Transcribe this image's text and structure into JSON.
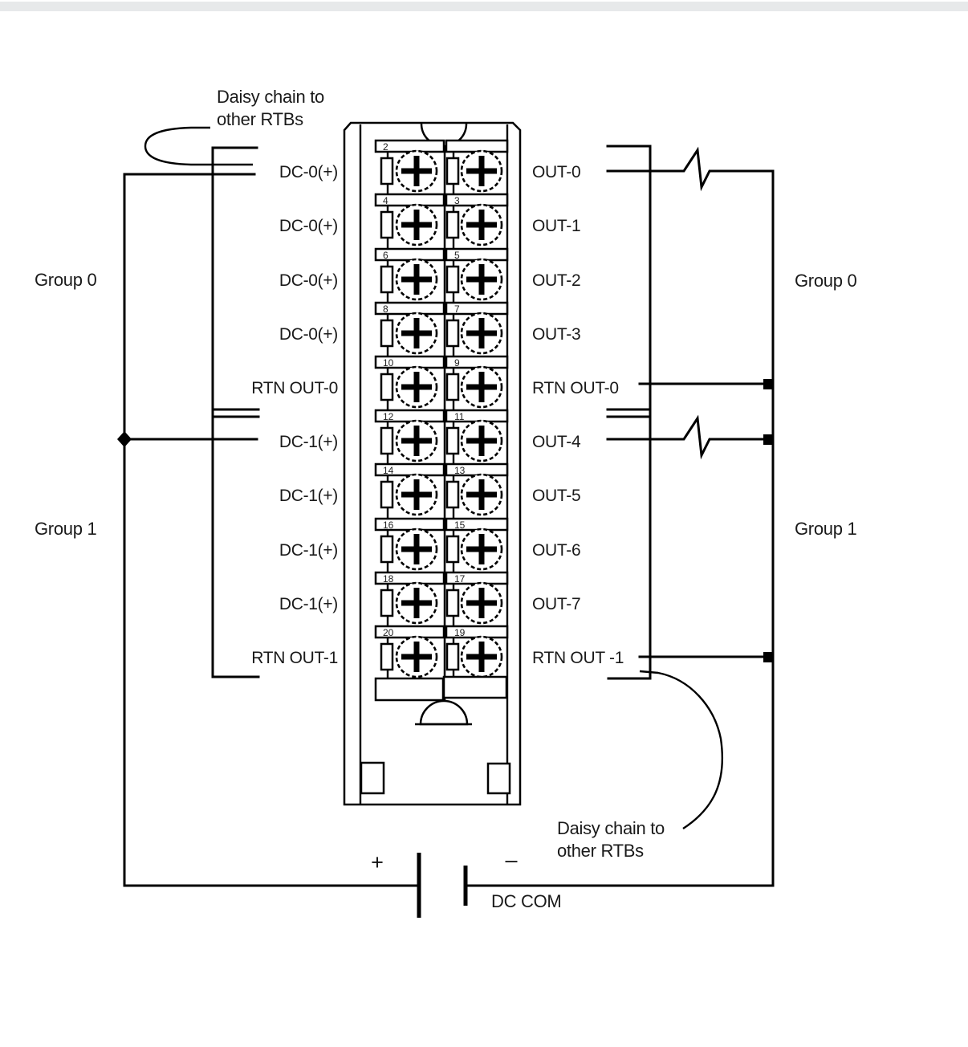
{
  "colors": {
    "line": "#000000",
    "background": "#ffffff",
    "top_bar": "#e7e9ea"
  },
  "annotations": {
    "daisy_chain_top": {
      "line1": "Daisy chain to",
      "line2": "other RTBs"
    },
    "daisy_chain_bottom": {
      "line1": "Daisy chain to",
      "line2": "other RTBs"
    },
    "dc_com": "DC COM",
    "battery_plus": "+",
    "battery_minus": "–"
  },
  "groups": {
    "left": [
      {
        "label": "Group 0"
      },
      {
        "label": "Group 1"
      }
    ],
    "right": [
      {
        "label": "Group 0"
      },
      {
        "label": "Group 1"
      }
    ]
  },
  "left_labels": [
    "DC-0(+)",
    "DC-0(+)",
    "DC-0(+)",
    "DC-0(+)",
    "RTN OUT-0",
    "DC-1(+)",
    "DC-1(+)",
    "DC-1(+)",
    "DC-1(+)",
    "RTN OUT-1"
  ],
  "right_labels": [
    "OUT-0",
    "OUT-1",
    "OUT-2",
    "OUT-3",
    "RTN OUT-0",
    "OUT-4",
    "OUT-5",
    "OUT-6",
    "OUT-7",
    "RTN OUT -1"
  ],
  "terminal_numbers": {
    "left": [
      "2",
      "4",
      "6",
      "8",
      "10",
      "12",
      "14",
      "16",
      "18",
      "20"
    ],
    "right": [
      "",
      "3",
      "5",
      "7",
      "9",
      "11",
      "13",
      "15",
      "17",
      "19"
    ]
  }
}
